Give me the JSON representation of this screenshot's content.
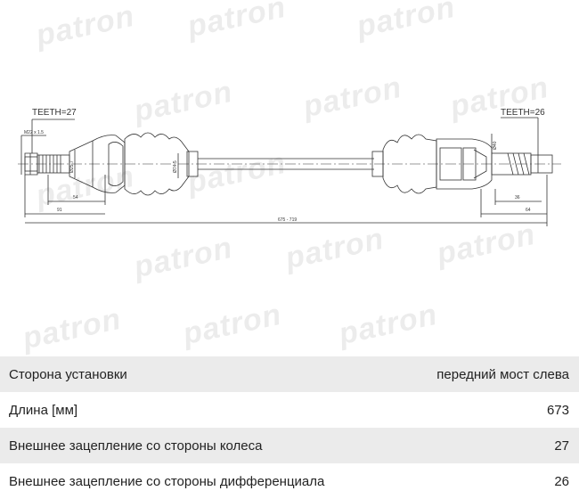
{
  "watermark": "patron",
  "drawing": {
    "teeth_left": "TEETH=27",
    "teeth_right": "TEETH=26",
    "dims": {
      "thread": "M22 x 1.5",
      "d_left_shaft": "Ø25.7",
      "d_left_boot": "Ø74.5",
      "len_54": "54",
      "len_91": "91",
      "total": "675 - 719",
      "d_right": "Ø40",
      "len_36": "36",
      "len_64": "64"
    }
  },
  "specs": [
    {
      "label": "Сторона установки",
      "value": "передний мост слева"
    },
    {
      "label": "Длина [мм]",
      "value": "673"
    },
    {
      "label": "Внешнее зацепление со стороны колеса",
      "value": "27"
    },
    {
      "label": "Внешнее зацепление со стороны дифференциала",
      "value": "26"
    }
  ]
}
